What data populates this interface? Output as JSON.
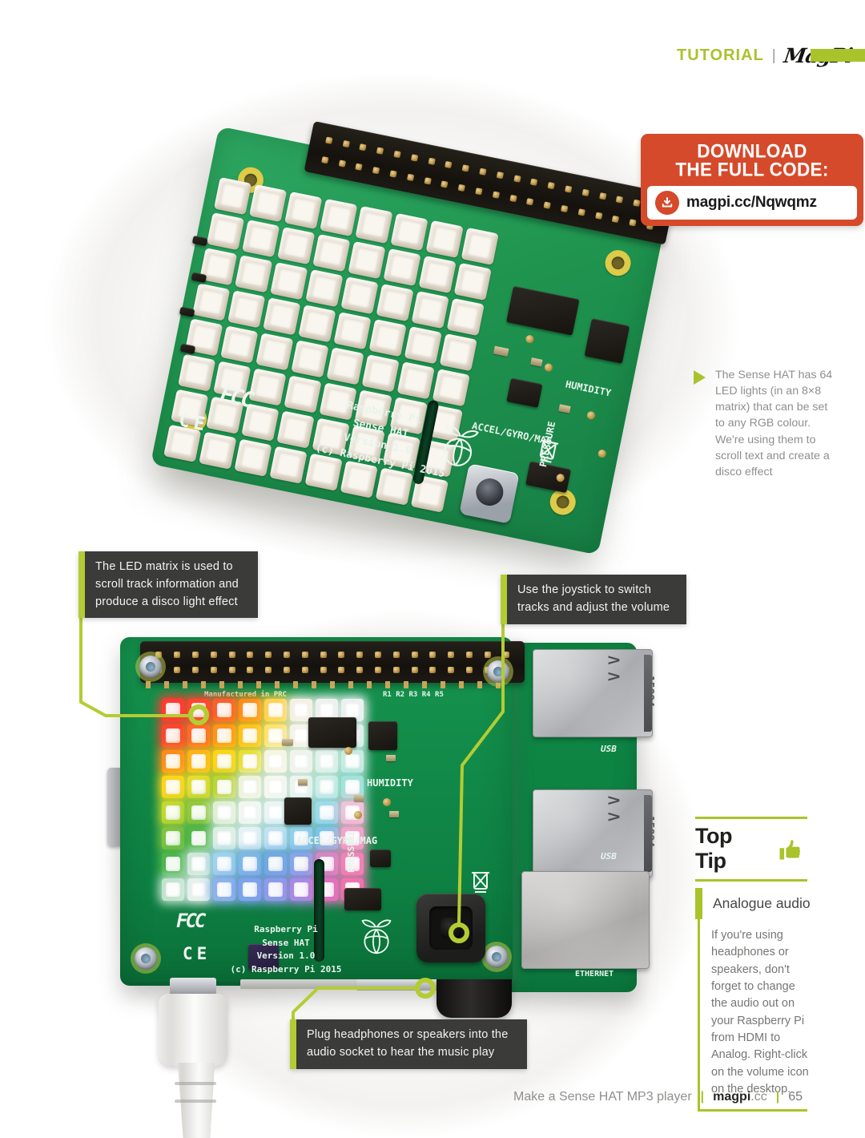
{
  "header": {
    "section": "TUTORIAL",
    "separator": "|",
    "magazine": "MagPi"
  },
  "badge": {
    "line1": "DOWNLOAD",
    "line2": "THE FULL CODE:",
    "url": "magpi.cc/Nqwqmz"
  },
  "caption": {
    "text": "The Sense HAT has 64 LED lights (in an 8×8 matrix) that can be set to any RGB colour. We're using them to scroll text and create a disco effect"
  },
  "callouts": {
    "led": "The LED matrix is used to scroll track information and produce a disco light effect",
    "joystick": "Use the joystick to switch tracks and adjust the volume",
    "audio": "Plug headphones or speakers into the audio socket to hear the music play"
  },
  "photo1": {
    "silkscreen": [
      "Raspberry Pi",
      "Sense HAT",
      "Version 1.0",
      "(c) Raspberry Pi 2015"
    ],
    "labels": {
      "accel": "ACCEL/GYRO/MAG",
      "humidity": "HUMIDITY",
      "pressure": "PRESSURE",
      "fcc": "FCC",
      "ce": "CE"
    }
  },
  "photo2": {
    "silkscreen": [
      "Raspberry Pi",
      "Sense HAT",
      "Version 1.0",
      "(c) Raspberry Pi 2015"
    ],
    "made_in": "Manufactured in PRC",
    "resistors": "R1 R2 R3 R4 R5",
    "usb_marking": "15894",
    "labels": {
      "accel": "ACCEL/GYRO/MAG",
      "humidity": "HUMIDITY",
      "pressure": "PRESSURE",
      "usb": "USB",
      "ethernet": "ETHERNET",
      "fcc": "FCC",
      "ce": "CE"
    },
    "led_matrix": [
      [
        "#ff3b30",
        "#ff4430",
        "#ff5e2b",
        "#ff8c1a",
        "#ffd34d",
        "#f4f1e4",
        "#eef2ee",
        "#e9f2f1"
      ],
      [
        "#ff4530",
        "#ff6a28",
        "#ff9419",
        "#ffc21a",
        "#ffe36b",
        "#f6f3e8",
        "#eef3f0",
        "#dff0ec"
      ],
      [
        "#ff8c1a",
        "#ffb41a",
        "#ffd41a",
        "#e8e03a",
        "#f7f6e0",
        "#f2f4ec",
        "#e2f2ec",
        "#c8ece2"
      ],
      [
        "#ffd41a",
        "#e4de2e",
        "#bcd435",
        "#eff3d8",
        "#f5f7f0",
        "#ecf5f2",
        "#cfefe9",
        "#a2e3da"
      ],
      [
        "#c4d92f",
        "#94c93d",
        "#dff0d2",
        "#f2f7f1",
        "#ebf5f5",
        "#ccecf2",
        "#9cdcea",
        "#efc3da"
      ],
      [
        "#7fc341",
        "#52b84a",
        "#dcefe2",
        "#e6f3f6",
        "#bfe3f3",
        "#8fd0ea",
        "#7fc3e6",
        "#f1a5ca"
      ],
      [
        "#4cb54c",
        "#cfe8d8",
        "#9fd2ef",
        "#7fb7ea",
        "#6fa9e6",
        "#84a6ec",
        "#d686c5",
        "#ef83b7"
      ],
      [
        "#c2e4cf",
        "#e4f1ec",
        "#8db2ee",
        "#7da3ec",
        "#8d9bec",
        "#a78ae6",
        "#de72bf",
        "#ee74b0"
      ]
    ]
  },
  "top_tip": {
    "title": "Top Tip",
    "heading": "Analogue audio",
    "body": "If you're using headphones or speakers, don't forget to change the audio out on your Raspberry Pi from HDMI to Analog. Right-click on the volume icon on the desktop."
  },
  "footer": {
    "article": "Make a Sense HAT MP3 player",
    "separator": "|",
    "site_bold": "magpi",
    "site_suffix": ".cc",
    "page_number": "65"
  },
  "colors": {
    "lime": "#a9c32b",
    "annotation": "#b4cc33",
    "callout_bg": "#3b3b39",
    "badge_orange": "#d54a2b"
  }
}
